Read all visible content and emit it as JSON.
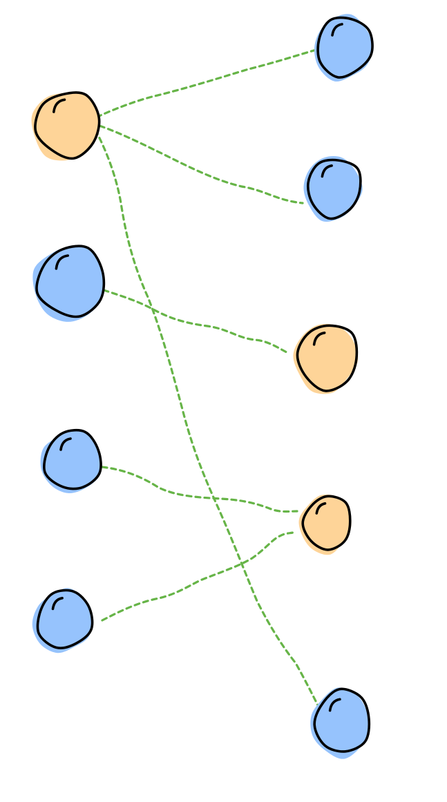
{
  "diagram": {
    "type": "bipartite-graph",
    "style": "hand-drawn sketch",
    "colors": {
      "background": "#ffffff",
      "node_orange": "#fed498",
      "node_blue": "#96c3fd",
      "outline": "#000000",
      "edge": "#66b447"
    },
    "nodes": [
      {
        "id": "L1",
        "column": "left",
        "row": 1,
        "color": "orange"
      },
      {
        "id": "L2",
        "column": "left",
        "row": 2,
        "color": "blue"
      },
      {
        "id": "L3",
        "column": "left",
        "row": 3,
        "color": "blue"
      },
      {
        "id": "L4",
        "column": "left",
        "row": 4,
        "color": "blue"
      },
      {
        "id": "R1",
        "column": "right",
        "row": 1,
        "color": "blue"
      },
      {
        "id": "R2",
        "column": "right",
        "row": 2,
        "color": "blue"
      },
      {
        "id": "R3",
        "column": "right",
        "row": 3,
        "color": "orange"
      },
      {
        "id": "R4",
        "column": "right",
        "row": 4,
        "color": "orange"
      },
      {
        "id": "R5",
        "column": "right",
        "row": 5,
        "color": "blue"
      }
    ],
    "edges": [
      {
        "from": "L1",
        "to": "R1",
        "style": "dashed"
      },
      {
        "from": "L1",
        "to": "R2",
        "style": "dashed"
      },
      {
        "from": "L1",
        "to": "R5",
        "style": "dashed"
      },
      {
        "from": "L2",
        "to": "R3",
        "style": "dashed"
      },
      {
        "from": "L3",
        "to": "R4",
        "style": "dashed"
      },
      {
        "from": "L4",
        "to": "R4",
        "style": "dashed"
      }
    ]
  }
}
